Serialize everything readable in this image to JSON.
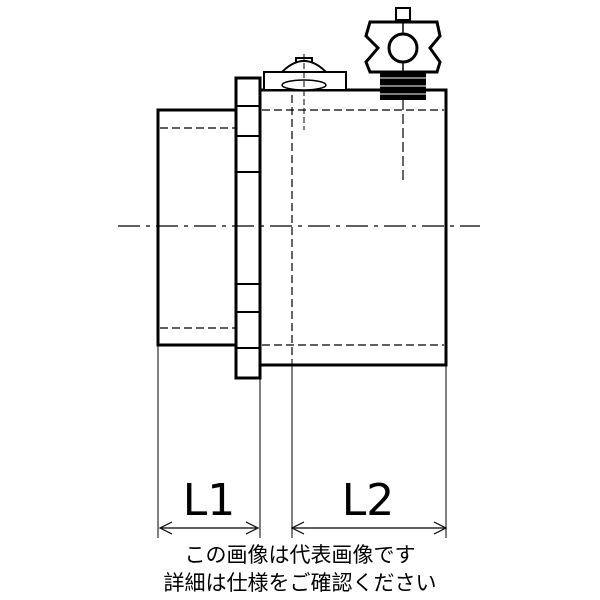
{
  "dimensions": {
    "l1": "L1",
    "l2": "L2"
  },
  "notes": {
    "line1": "この画像は代表画像です",
    "line2": "詳細は仕様をご確認ください"
  }
}
